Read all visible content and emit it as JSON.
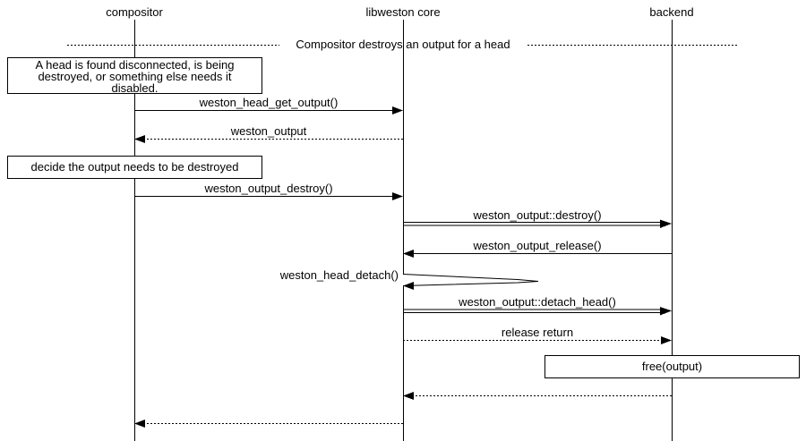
{
  "diagram": {
    "type": "sequence",
    "title": "Compositor destroys an output for a head",
    "actors": [
      {
        "label": "compositor"
      },
      {
        "label": "libweston core"
      },
      {
        "label": "backend"
      }
    ],
    "notes": [
      {
        "lines": [
          "A head is found disconnected, is being",
          "destroyed, or something else needs it",
          "disabled."
        ]
      },
      {
        "lines": [
          "decide the output needs to be destroyed"
        ]
      }
    ],
    "messages": [
      {
        "label": "weston_head_get_output()",
        "from": "compositor",
        "to": "libweston core",
        "line": "solid"
      },
      {
        "label": "weston_output",
        "from": "libweston core",
        "to": "compositor",
        "line": "dotted"
      },
      {
        "label": "weston_output_destroy()",
        "from": "compositor",
        "to": "libweston core",
        "line": "solid"
      },
      {
        "label": "weston_output::destroy()",
        "from": "libweston core",
        "to": "backend",
        "line": "double"
      },
      {
        "label": "weston_output_release()",
        "from": "backend",
        "to": "libweston core",
        "line": "solid"
      },
      {
        "label": "weston_head_detach()",
        "from": "libweston core",
        "to": "libweston core",
        "line": "self"
      },
      {
        "label": "weston_output::detach_head()",
        "from": "libweston core",
        "to": "backend",
        "line": "double"
      },
      {
        "label": "release return",
        "from": "libweston core",
        "to": "backend",
        "line": "dotted"
      },
      {
        "label": "free(output)",
        "on": "backend",
        "kind": "action-box"
      },
      {
        "label": "",
        "from": "backend",
        "to": "libweston core",
        "line": "dotted"
      },
      {
        "label": "",
        "from": "libweston core",
        "to": "compositor",
        "line": "dotted"
      }
    ],
    "colors": {
      "line": "#000000",
      "background": "#ffffff",
      "text": "#000000"
    }
  }
}
